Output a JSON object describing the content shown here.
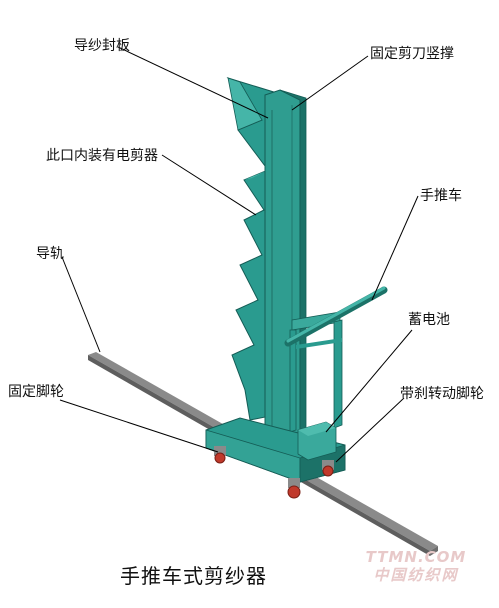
{
  "labels": {
    "guide_plate": "导纱封板",
    "fixed_cutter_post": "固定剪刀竖撑",
    "inner_scissors": "此口内装有电剪器",
    "handle": "手推车",
    "rail": "导轨",
    "battery": "蓄电池",
    "fixed_wheel": "固定脚轮",
    "brake_wheel": "带刹转动脚轮"
  },
  "caption": "手推车式剪纱器",
  "watermark": {
    "line1": "TTMN.COM",
    "line2": "中国纺织网"
  },
  "colors": {
    "machine": "#2a9b8f",
    "machine_dark": "#1c7268",
    "machine_light": "#45b5a8",
    "rail": "#7a7a7a",
    "wheel": "#c0392b",
    "line": "#000000"
  }
}
